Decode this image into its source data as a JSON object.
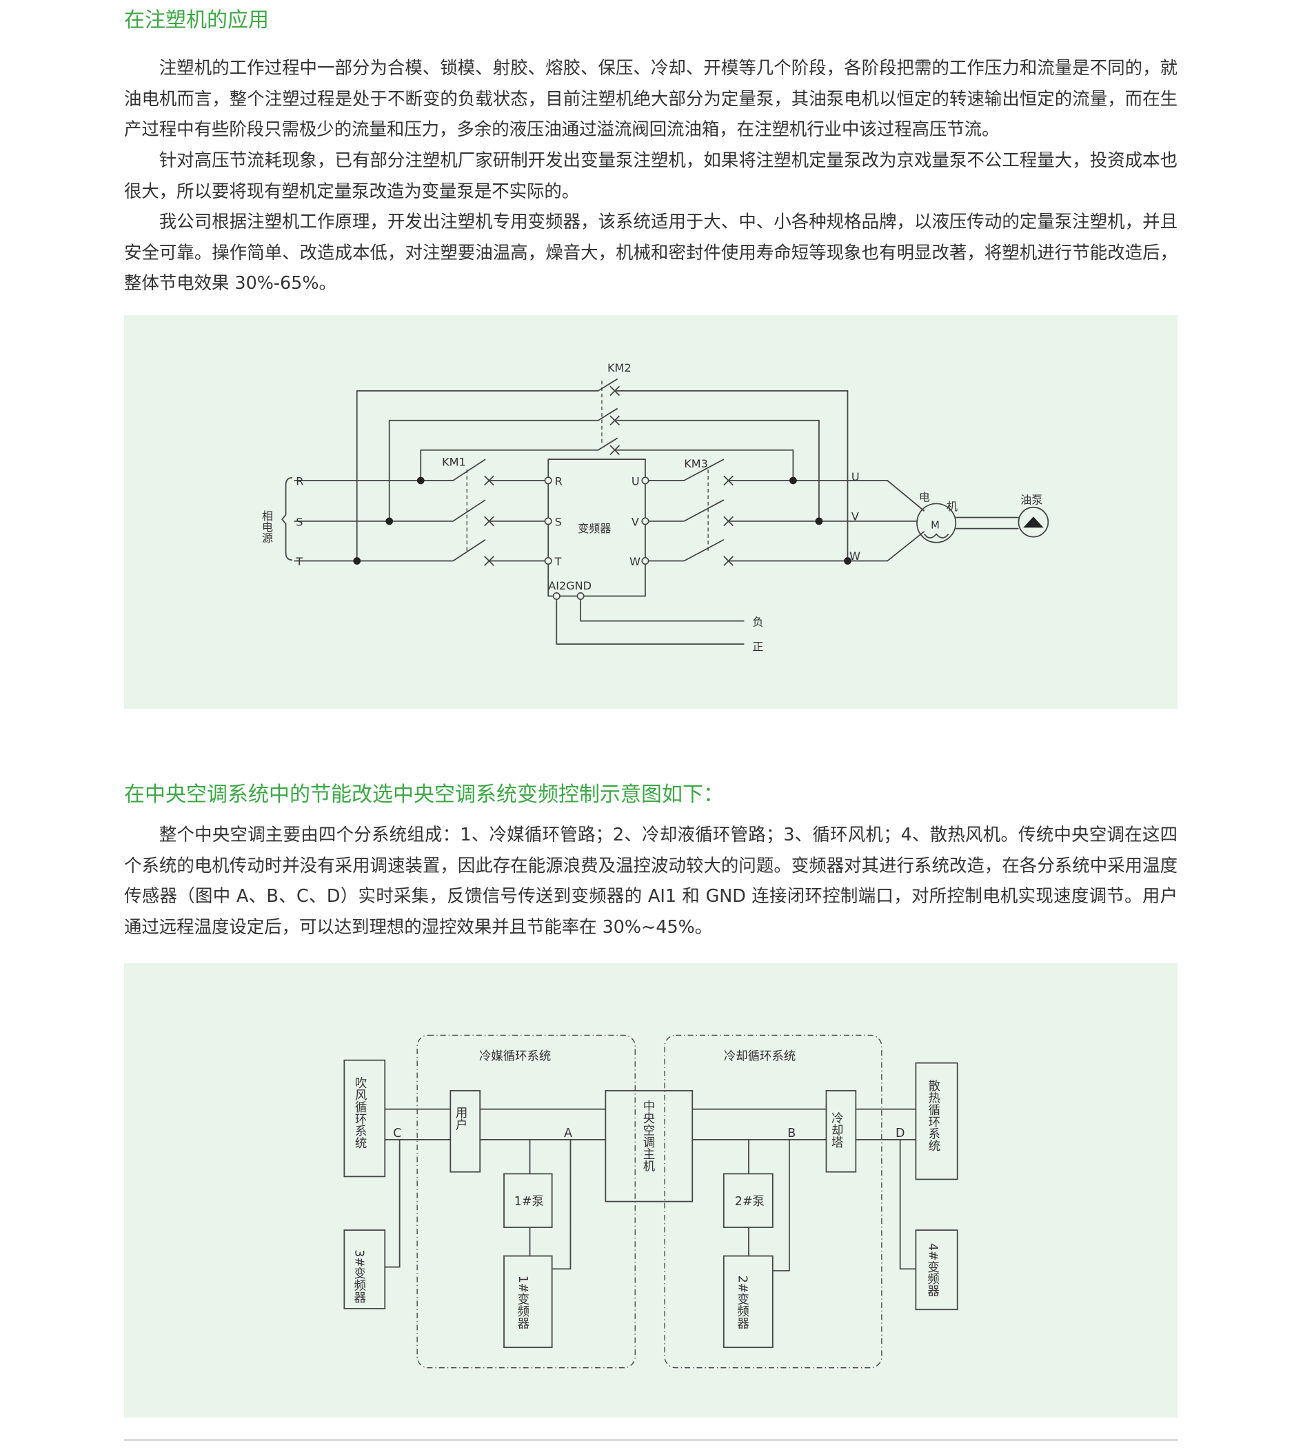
{
  "section1": {
    "title": "在注塑机的应用",
    "paragraphs": [
      "注塑机的工作过程中一部分为合模、锁模、射胶、熔胶、保压、冷却、开模等几个阶段，各阶段把需的工作压力和流量是不同的，就油电机而言，整个注塑过程是处于不断变的负载状态，目前注塑机绝大部分为定量泵，其油泵电机以恒定的转速输出恒定的流量，而在生产过程中有些阶段只需极少的流量和压力，多余的液压油通过溢流阀回流油箱，在注塑机行业中该过程高压节流。",
      "针对高压节流耗现象，已有部分注塑机厂家研制开发出变量泵注塑机，如果将注塑机定量泵改为京戏量泵不公工程量大，投资成本也很大，所以要将现有塑机定量泵改造为变量泵是不实际的。",
      "我公司根据注塑机工作原理，开发出注塑机专用变频器，该系统适用于大、中、小各种规格品牌，以液压传动的定量泵注塑机，并且安全可靠。操作简单、改造成本低，对注塑要油温高，燥音大，机械和密封件使用寿命短等现象也有明显改著，将塑机进行节能改造后，整体节电效果 30%-65%。"
    ],
    "diagram": {
      "km1": "KM1",
      "km2": "KM2",
      "km3": "KM3",
      "power_label": "相电源",
      "in_r": "R",
      "in_s": "S",
      "in_t": "T",
      "inv_r": "R",
      "inv_s": "S",
      "inv_t": "T",
      "inverter": "变频器",
      "out_u": "U",
      "out_v": "V",
      "out_w": "W",
      "ai_gnd": "AI2GND",
      "neg": "负",
      "pos": "正",
      "mu": "U",
      "mv": "V",
      "mw": "W",
      "motor_1": "电",
      "motor_2": "机",
      "motor_m": "M",
      "pump": "油泵"
    }
  },
  "section2": {
    "title": "在中央空调系统中的节能改选中央空调系统变频控制示意图如下：",
    "paragraph": "整个中央空调主要由四个分系统组成：1、冷媒循环管路；2、冷却液循环管路；3、循环风机；4、散热风机。传统中央空调在这四个系统的电机传动时并没有采用调速装置，因此存在能源浪费及温控波动较大的问题。变频器对其进行系统改造，在各分系统中采用温度传感器（图中 A、B、C、D）实时采集，反馈信号传送到变频器的 AI1 和 GND 连接闭环控制端口，对所控制电机实现速度调节。用户通过远程温度设定后，可以达到理想的湿控效果并且节能率在 30%~45%。",
    "diagram": {
      "blow": "吹风循环系统",
      "inv3": "3#变频器",
      "loop1": "冷媒循环系统",
      "loop2": "冷却循环系统",
      "user": "用户",
      "host": "中央空调主机",
      "pump1": "1#泵",
      "inv1": "1#变频器",
      "pump2": "2#泵",
      "inv2": "2#变频器",
      "tower": "冷却塔",
      "heat": "散热循环系统",
      "inv4": "4#变频器",
      "c": "C",
      "a": "A",
      "b": "B",
      "d": "D"
    }
  }
}
